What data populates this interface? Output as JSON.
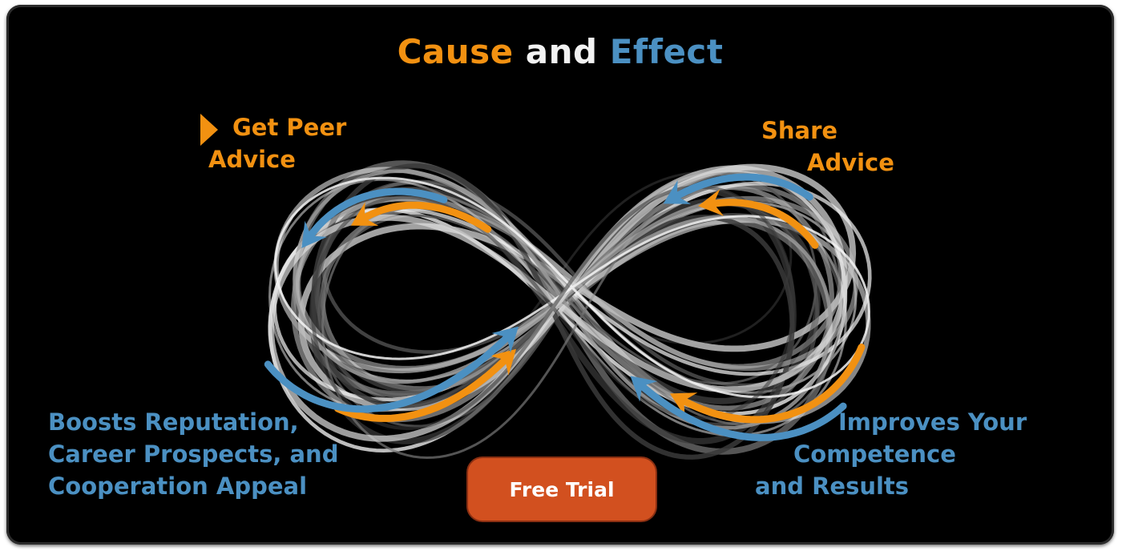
{
  "title": {
    "part1": "Cause",
    "part2": "and",
    "part3": "Effect"
  },
  "labels": {
    "get_peer_advice": [
      "Get Peer",
      "Advice"
    ],
    "share_advice": [
      "Share",
      "Advice"
    ],
    "boosts_reputation": [
      "Boosts Reputation,",
      "Career Prospects, and",
      "Cooperation Appeal"
    ],
    "improves_competence": [
      "Improves Your",
      "Competence",
      "and Results"
    ]
  },
  "cta": {
    "label": "Free Trial"
  },
  "colors": {
    "background": "#000000",
    "orange": "#f29111",
    "blue": "#4b90c2",
    "white": "#f2f2f2",
    "button": "#d2501f"
  },
  "icons": {
    "marker": "triangle-right-icon",
    "loop": "infinity-loop-icon"
  }
}
